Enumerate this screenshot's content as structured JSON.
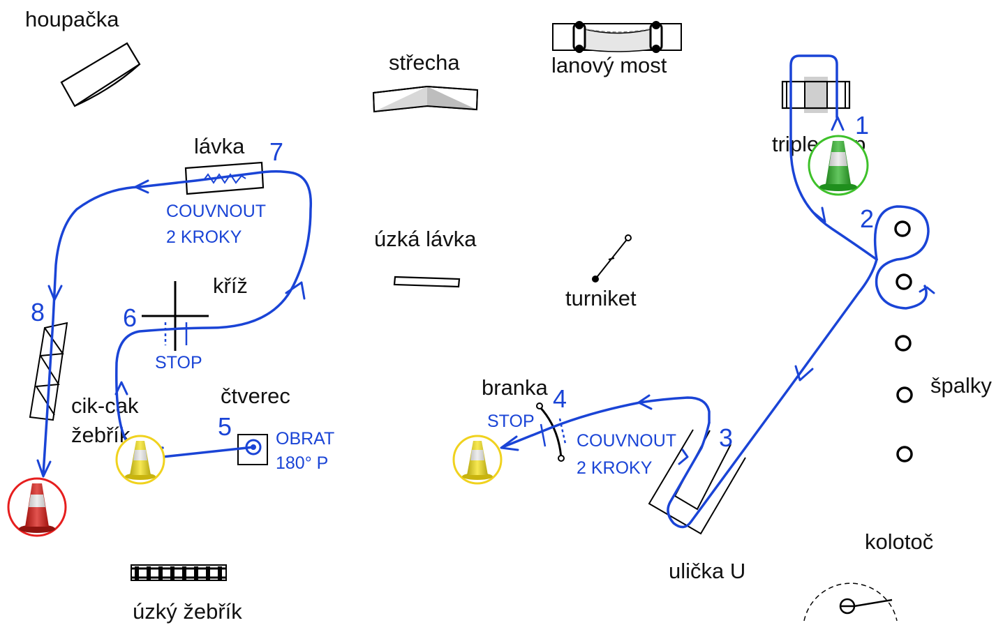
{
  "colors": {
    "route": "#1a44d6",
    "ink": "#000000",
    "cone_green_ring": "#3ec12a",
    "cone_yellow_ring": "#f0d21e",
    "cone_red_ring": "#e61e1e",
    "cone_green": "#2fb32a",
    "cone_yellow": "#f5e21a",
    "cone_red": "#d81a14"
  },
  "icons": {
    "start_cone": "green-traffic-cone-icon",
    "stop_cone": "yellow-traffic-cone-icon",
    "finish_cone": "red-traffic-cone-icon"
  },
  "obstacles": {
    "houpacka": "houpačka",
    "strecha": "střecha",
    "lanovy_most": "lanový most",
    "triple_step": "triple step",
    "lavka": "lávka",
    "uzka_lavka": "úzká lávka",
    "kriz": "kříž",
    "turniket": "turniket",
    "cik_cak_line1": "cik-cak",
    "cik_cak_line2": "žebřík",
    "ctverec": "čtverec",
    "branka": "branka",
    "spalky": "špalky",
    "ulicka_u": "ulička U",
    "kolotoc": "kolotoč",
    "uzky_zebrik": "úzký žebřík"
  },
  "steps": [
    "1",
    "2",
    "3",
    "4",
    "5",
    "6",
    "7",
    "8"
  ],
  "instructions": {
    "couvnout_top_1": "COUVNOUT",
    "couvnout_top_2": "2 KROKY",
    "stop_kriz": "STOP",
    "obrat_1": "OBRAT",
    "obrat_2": "180° P",
    "stop_branka": "STOP",
    "couvnout_branka_1": "COUVNOUT",
    "couvnout_branka_2": "2 KROKY"
  }
}
